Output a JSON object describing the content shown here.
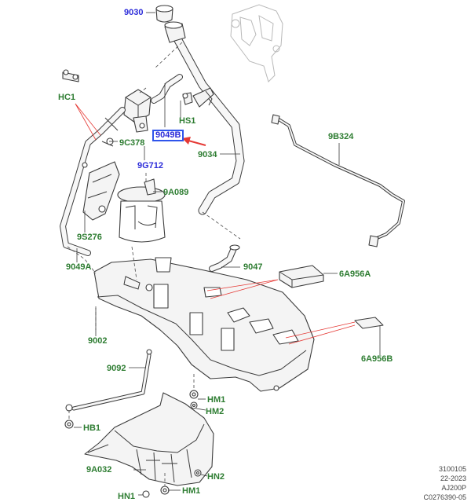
{
  "diagram": {
    "callouts": [
      {
        "id": "9030",
        "text": "9030",
        "color": "blue"
      },
      {
        "id": "HC1",
        "text": "HC1",
        "color": "green"
      },
      {
        "id": "HS1",
        "text": "HS1",
        "color": "green"
      },
      {
        "id": "9C378",
        "text": "9C378",
        "color": "green"
      },
      {
        "id": "9049B",
        "text": "9049B",
        "color": "blue",
        "highlighted": true
      },
      {
        "id": "9G712",
        "text": "9G712",
        "color": "blue"
      },
      {
        "id": "9034",
        "text": "9034",
        "color": "green"
      },
      {
        "id": "9B324",
        "text": "9B324",
        "color": "green"
      },
      {
        "id": "9A089",
        "text": "9A089",
        "color": "green"
      },
      {
        "id": "9S276",
        "text": "9S276",
        "color": "green"
      },
      {
        "id": "9049A",
        "text": "9049A",
        "color": "green"
      },
      {
        "id": "9047",
        "text": "9047",
        "color": "green"
      },
      {
        "id": "6A956A",
        "text": "6A956A",
        "color": "green"
      },
      {
        "id": "9002",
        "text": "9002",
        "color": "green"
      },
      {
        "id": "6A956B",
        "text": "6A956B",
        "color": "green"
      },
      {
        "id": "9092",
        "text": "9092",
        "color": "green"
      },
      {
        "id": "HM1a",
        "text": "HM1",
        "color": "green"
      },
      {
        "id": "HM2a",
        "text": "HM2",
        "color": "green"
      },
      {
        "id": "HB1",
        "text": "HB1",
        "color": "green"
      },
      {
        "id": "9A032",
        "text": "9A032",
        "color": "green"
      },
      {
        "id": "HN2",
        "text": "HN2",
        "color": "green"
      },
      {
        "id": "HM1b",
        "text": "HM1",
        "color": "green"
      },
      {
        "id": "HN1",
        "text": "HN1",
        "color": "green"
      }
    ],
    "footer": [
      "3100105",
      "22-2023",
      "AJ200P",
      "C0276390-05"
    ],
    "colors": {
      "label_green": "#2e7d32",
      "label_blue": "#2b2bd9",
      "highlight_box": "#2f54eb",
      "pointer_arrow": "#e53935",
      "linework": "#3c3c3c"
    }
  }
}
